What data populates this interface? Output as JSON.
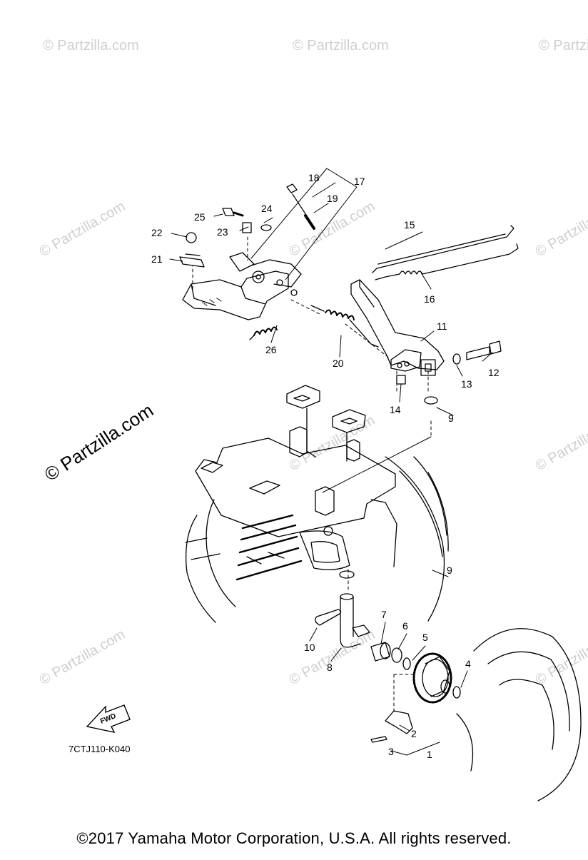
{
  "diagram": {
    "part_code": "7CTJ110-K040",
    "fwd_label": "FWD",
    "callouts": [
      "1",
      "2",
      "3",
      "4",
      "5",
      "6",
      "7",
      "8",
      "9",
      "9",
      "10",
      "11",
      "12",
      "13",
      "14",
      "15",
      "16",
      "17",
      "18",
      "19",
      "20",
      "21",
      "22",
      "23",
      "24",
      "25",
      "26"
    ]
  },
  "watermark": {
    "text": "© Partzilla.com",
    "faint_text": "© Partzilla.com"
  },
  "footer": {
    "copyright": "©2017  Yamaha Motor Corporation, U.S.A. All rights reserved."
  }
}
